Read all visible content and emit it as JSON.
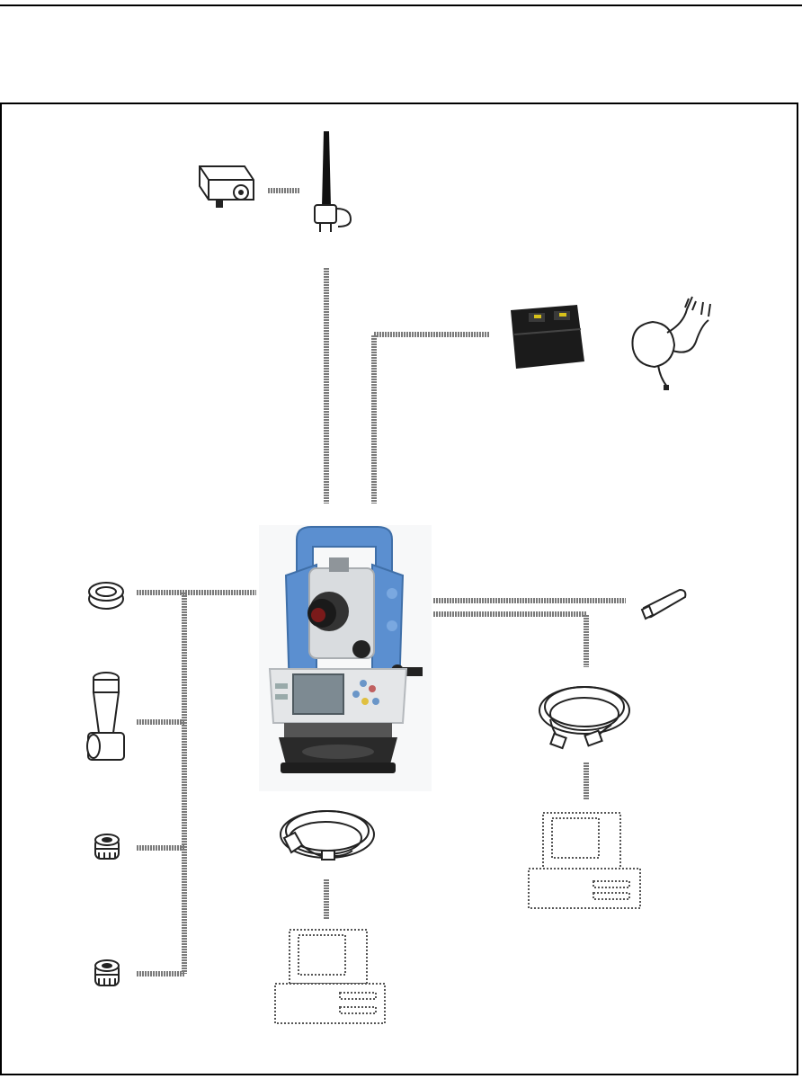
{
  "diagram": {
    "components": [
      "total-station",
      "video-camera",
      "antenna",
      "battery-charger",
      "ac-adapter",
      "lens-cap",
      "diagonal-eyepiece",
      "eyepiece-lens-a",
      "eyepiece-lens-b",
      "usb-memory",
      "data-cable-left",
      "data-cable-right",
      "computer-left",
      "computer-right"
    ],
    "colors": {
      "connector": "#7a7a7a",
      "instrument_blue": "#5b8fd0",
      "outline": "#222222"
    }
  }
}
